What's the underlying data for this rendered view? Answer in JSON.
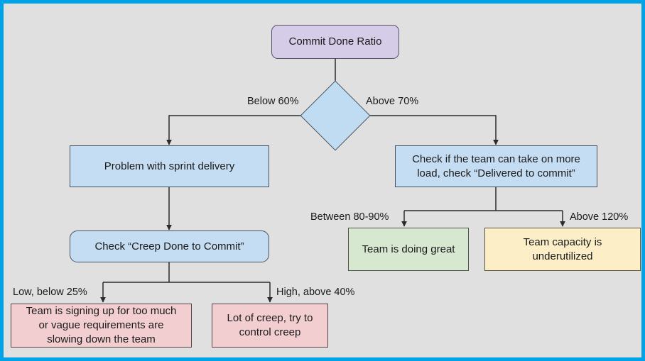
{
  "diagram": {
    "title": "Commit Done Ratio decision flowchart",
    "background_color": "#e0e0e0",
    "border_color": "#00a2e8",
    "nodes": {
      "root": {
        "label": "Commit Done Ratio",
        "shape": "rounded-rectangle",
        "fill": "#d5cce8"
      },
      "decision": {
        "label": "",
        "shape": "diamond",
        "fill": "#c0dcf2"
      },
      "problem_sprint": {
        "label": "Problem with sprint delivery",
        "shape": "rectangle",
        "fill": "#c5ddf2"
      },
      "check_more_load_line1": "Check if the team can take on more",
      "check_more_load_line2": "load, check “Delivered to commit”",
      "check_creep": {
        "label": "Check “Creep Done to Commit”",
        "shape": "rounded-rectangle",
        "fill": "#c5ddf2"
      },
      "signing_up_line1": "Team is signing up for too much",
      "signing_up_line2": "or vague requirements are",
      "signing_up_line3": "slowing down the team",
      "lot_of_creep_line1": "Lot of creep, try to",
      "lot_of_creep_line2": "control creep",
      "doing_great": {
        "label": "Team is doing great",
        "shape": "rectangle",
        "fill": "#d7e8d0"
      },
      "underutilized_line1": "Team capacity is",
      "underutilized_line2": "underutilized"
    },
    "edge_labels": {
      "below_60": "Below 60%",
      "above_70": "Above 70%",
      "between_80_90": "Between 80-90%",
      "above_120": "Above 120%",
      "low_below_25": "Low, below 25%",
      "high_above_40": "High, above 40%"
    }
  }
}
